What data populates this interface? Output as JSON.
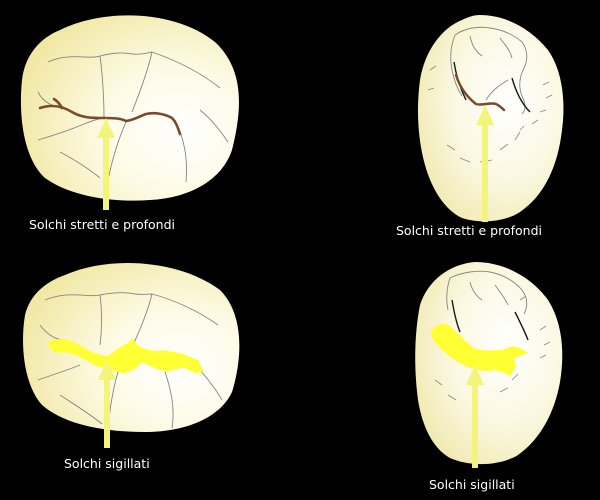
{
  "captions": {
    "top_left": "Solchi stretti e profondi",
    "top_right": "Solchi stretti e profondi",
    "bottom_left": "Solchi sigillati",
    "bottom_right": "Solchi sigillati"
  },
  "colors": {
    "background": "#000000",
    "tooth_light": "#ffffff",
    "tooth_warm": "#f6eeb0",
    "outline": "#7a7a7a",
    "groove": "#7a4a2c",
    "sealant": "#ffff33",
    "arrow": "#f4f47a",
    "caption": "#ffffff"
  }
}
